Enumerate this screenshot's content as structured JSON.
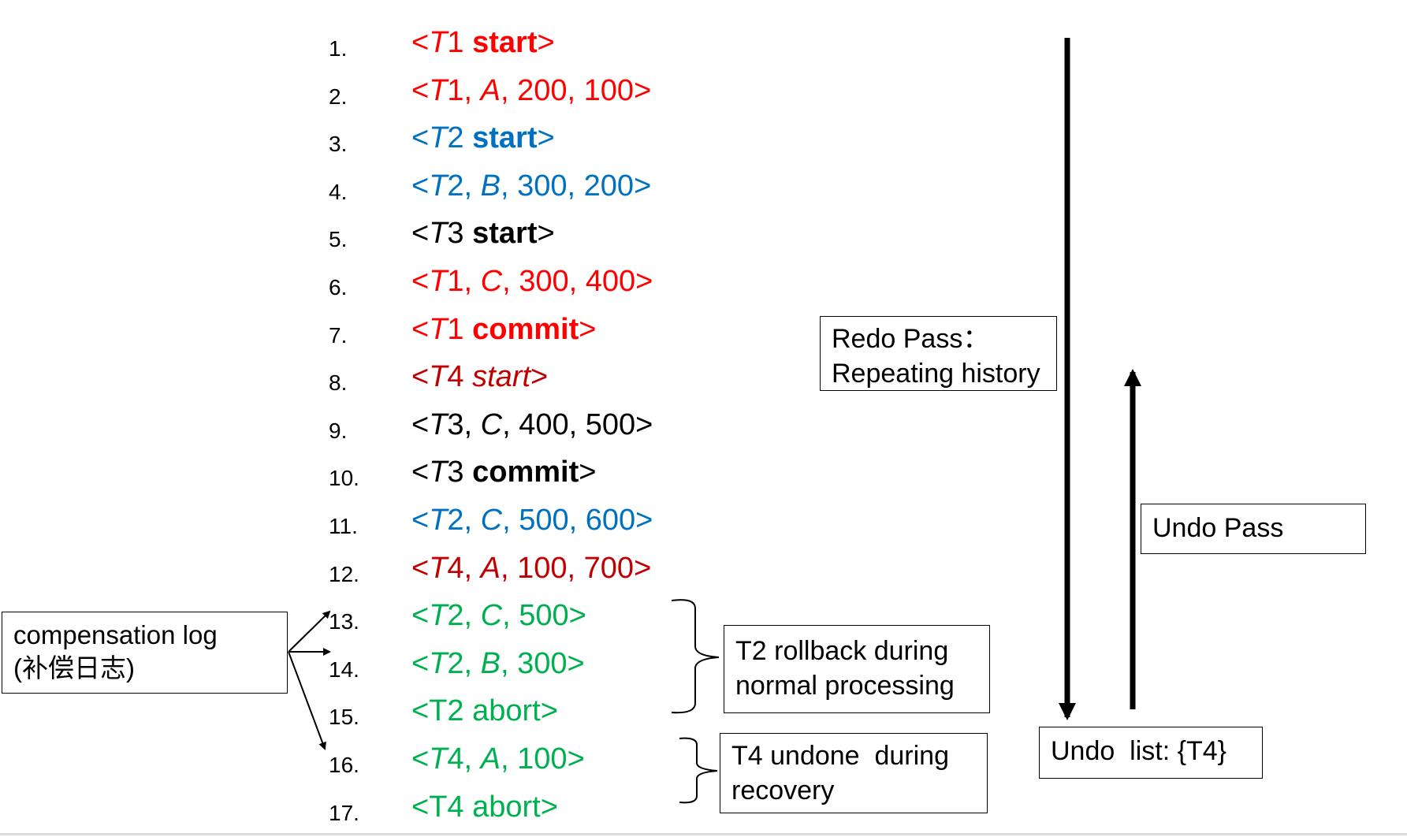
{
  "log": [
    {
      "num": "1.",
      "color": "#ff0000",
      "parts": [
        [
          "<",
          ""
        ],
        [
          "T",
          "i"
        ],
        [
          "1 ",
          ""
        ],
        [
          "start",
          "b"
        ],
        [
          ">",
          ""
        ]
      ]
    },
    {
      "num": "2.",
      "color": "#ff0000",
      "parts": [
        [
          "<",
          ""
        ],
        [
          "T",
          "i"
        ],
        [
          "1, ",
          ""
        ],
        [
          "A",
          "i"
        ],
        [
          ", 200, 100>",
          ""
        ]
      ]
    },
    {
      "num": "3.",
      "color": "#0070c0",
      "parts": [
        [
          "<",
          ""
        ],
        [
          "T",
          "i"
        ],
        [
          "2 ",
          ""
        ],
        [
          "start",
          "b"
        ],
        [
          ">",
          ""
        ]
      ]
    },
    {
      "num": "4.",
      "color": "#0070c0",
      "parts": [
        [
          "<",
          ""
        ],
        [
          "T",
          "i"
        ],
        [
          "2, ",
          ""
        ],
        [
          "B",
          "i"
        ],
        [
          ", 300, 200>",
          ""
        ]
      ]
    },
    {
      "num": "5.",
      "color": "#000000",
      "parts": [
        [
          "<",
          ""
        ],
        [
          "T",
          "i"
        ],
        [
          "3 ",
          ""
        ],
        [
          "start",
          "b"
        ],
        [
          ">",
          ""
        ]
      ]
    },
    {
      "num": "6.",
      "color": "#ff0000",
      "parts": [
        [
          "<",
          ""
        ],
        [
          "T",
          "i"
        ],
        [
          "1, ",
          ""
        ],
        [
          "C",
          "i"
        ],
        [
          ", 300, 400>",
          ""
        ]
      ]
    },
    {
      "num": "7.",
      "color": "#ff0000",
      "parts": [
        [
          "<",
          ""
        ],
        [
          "T",
          "i"
        ],
        [
          "1 ",
          ""
        ],
        [
          "commit",
          "b"
        ],
        [
          ">",
          ""
        ]
      ]
    },
    {
      "num": "8.",
      "color": "#c00000",
      "parts": [
        [
          "<",
          ""
        ],
        [
          "T",
          "i"
        ],
        [
          "4 ",
          ""
        ],
        [
          "start",
          "i"
        ],
        [
          ">",
          ""
        ]
      ]
    },
    {
      "num": "9.",
      "color": "#000000",
      "parts": [
        [
          "<",
          ""
        ],
        [
          "T",
          "i"
        ],
        [
          "3, ",
          ""
        ],
        [
          "C",
          "i"
        ],
        [
          ", 400, 500>",
          ""
        ]
      ]
    },
    {
      "num": "10.",
      "color": "#000000",
      "parts": [
        [
          "<",
          ""
        ],
        [
          "T",
          "i"
        ],
        [
          "3 ",
          ""
        ],
        [
          "commit",
          "b"
        ],
        [
          ">",
          ""
        ]
      ]
    },
    {
      "num": "11.",
      "color": "#0070c0",
      "parts": [
        [
          "<",
          ""
        ],
        [
          "T",
          "i"
        ],
        [
          "2, ",
          ""
        ],
        [
          "C",
          "i"
        ],
        [
          ", 500, 600>",
          ""
        ]
      ]
    },
    {
      "num": "12.",
      "color": "#c00000",
      "parts": [
        [
          "<",
          ""
        ],
        [
          "T",
          "i"
        ],
        [
          "4, ",
          ""
        ],
        [
          "A",
          "i"
        ],
        [
          ", 100, 700>",
          ""
        ]
      ]
    },
    {
      "num": "13.",
      "color": "#00b050",
      "parts": [
        [
          "<",
          ""
        ],
        [
          "T",
          "i"
        ],
        [
          "2, ",
          ""
        ],
        [
          "C",
          "i"
        ],
        [
          ", 500>",
          ""
        ]
      ]
    },
    {
      "num": "14.",
      "color": "#00b050",
      "parts": [
        [
          "<",
          ""
        ],
        [
          "T",
          "i"
        ],
        [
          "2, ",
          ""
        ],
        [
          "B",
          "i"
        ],
        [
          ", 300>",
          ""
        ]
      ]
    },
    {
      "num": "15.",
      "color": "#00b050",
      "parts": [
        [
          "<T2 abort>",
          ""
        ]
      ]
    },
    {
      "num": "16.",
      "color": "#00b050",
      "parts": [
        [
          "<",
          ""
        ],
        [
          "T",
          "i"
        ],
        [
          "4, ",
          ""
        ],
        [
          "A",
          "i"
        ],
        [
          ", ",
          ""
        ],
        [
          "100",
          ""
        ],
        [
          ">",
          ""
        ]
      ]
    },
    {
      "num": "17.",
      "color": "#00b050",
      "parts": [
        [
          "<T4 abort>",
          ""
        ]
      ]
    }
  ],
  "boxes": {
    "compensation": "compensation log\n(补偿日志)",
    "redo": "Redo Pass：\nRepeating history",
    "undo_pass": "Undo Pass",
    "t2_rollback": "T2 rollback during\nnormal processing",
    "t4_undone": "T4 undone  during\nrecovery",
    "undo_list": "Undo  list: {T4}"
  }
}
